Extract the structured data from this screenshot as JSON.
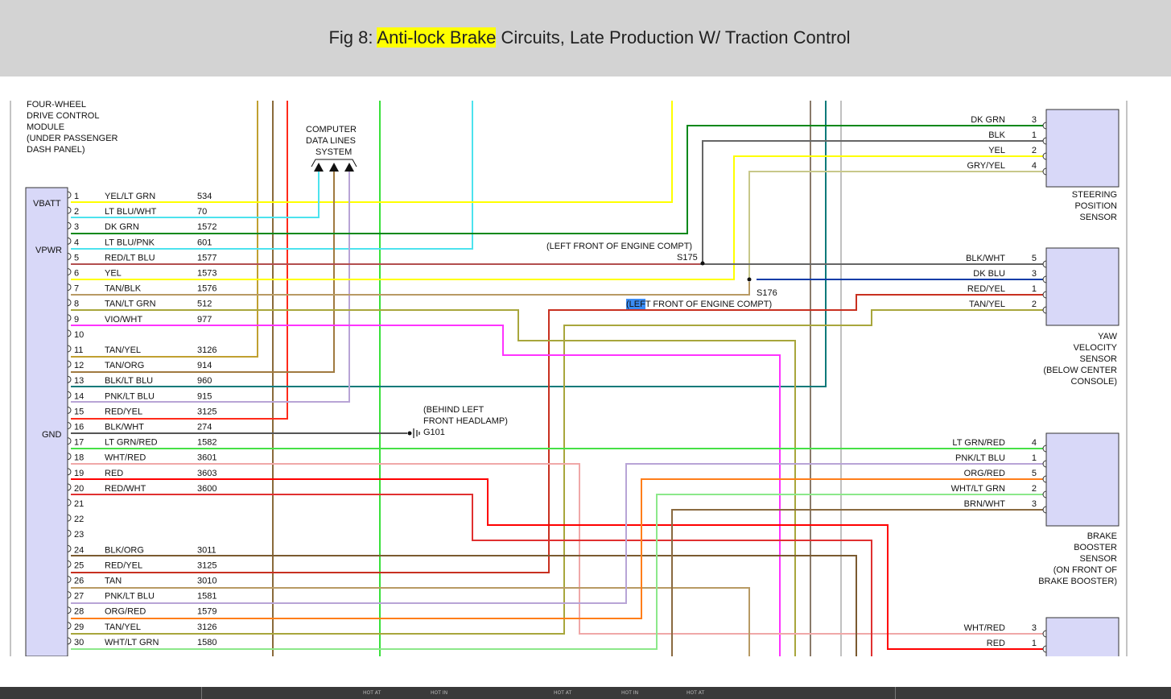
{
  "title": {
    "prefix": "Fig 8: ",
    "highlight": "Anti-lock Brake",
    "suffix": " Circuits, Late Production W/ Traction Control",
    "highlight_color": "#ffff00"
  },
  "module": {
    "label_lines": [
      "FOUR-WHEEL",
      "DRIVE CONTROL",
      "MODULE",
      "(UNDER PASSENGER",
      "DASH PANEL)"
    ],
    "pin_groups": [
      "VBATT",
      "VPWR",
      "GND"
    ],
    "fill": "#d8d8f8"
  },
  "computer_data_lines": [
    "COMPUTER",
    "DATA LINES",
    "SYSTEM"
  ],
  "module_pins": [
    {
      "pin": "1",
      "color": "YEL/LT GRN",
      "circuit": "534"
    },
    {
      "pin": "2",
      "color": "LT BLU/WHT",
      "circuit": "70"
    },
    {
      "pin": "3",
      "color": "DK GRN",
      "circuit": "1572"
    },
    {
      "pin": "4",
      "color": "LT BLU/PNK",
      "circuit": "601"
    },
    {
      "pin": "5",
      "color": "RED/LT BLU",
      "circuit": "1577"
    },
    {
      "pin": "6",
      "color": "YEL",
      "circuit": "1573"
    },
    {
      "pin": "7",
      "color": "TAN/BLK",
      "circuit": "1576"
    },
    {
      "pin": "8",
      "color": "TAN/LT GRN",
      "circuit": "512"
    },
    {
      "pin": "9",
      "color": "VIO/WHT",
      "circuit": "977"
    },
    {
      "pin": "10",
      "color": "",
      "circuit": ""
    },
    {
      "pin": "11",
      "color": "TAN/YEL",
      "circuit": "3126"
    },
    {
      "pin": "12",
      "color": "TAN/ORG",
      "circuit": "914"
    },
    {
      "pin": "13",
      "color": "BLK/LT BLU",
      "circuit": "960"
    },
    {
      "pin": "14",
      "color": "PNK/LT BLU",
      "circuit": "915"
    },
    {
      "pin": "15",
      "color": "RED/YEL",
      "circuit": "3125"
    },
    {
      "pin": "16",
      "color": "BLK/WHT",
      "circuit": "274"
    },
    {
      "pin": "17",
      "color": "LT GRN/RED",
      "circuit": "1582"
    },
    {
      "pin": "18",
      "color": "WHT/RED",
      "circuit": "3601"
    },
    {
      "pin": "19",
      "color": "RED",
      "circuit": "3603"
    },
    {
      "pin": "20",
      "color": "RED/WHT",
      "circuit": "3600"
    },
    {
      "pin": "21",
      "color": "",
      "circuit": ""
    },
    {
      "pin": "22",
      "color": "",
      "circuit": ""
    },
    {
      "pin": "23",
      "color": "",
      "circuit": ""
    },
    {
      "pin": "24",
      "color": "BLK/ORG",
      "circuit": "3011"
    },
    {
      "pin": "25",
      "color": "RED/YEL",
      "circuit": "3125"
    },
    {
      "pin": "26",
      "color": "TAN",
      "circuit": "3010"
    },
    {
      "pin": "27",
      "color": "PNK/LT BLU",
      "circuit": "1581"
    },
    {
      "pin": "28",
      "color": "ORG/RED",
      "circuit": "1579"
    },
    {
      "pin": "29",
      "color": "TAN/YEL",
      "circuit": "3126"
    },
    {
      "pin": "30",
      "color": "WHT/LT GRN",
      "circuit": "1580"
    }
  ],
  "splices": {
    "s175_location": "(LEFT FRONT OF ENGINE COMPT)",
    "s175": "S175",
    "s176": "S176",
    "s176_location_selected": "LEF",
    "s176_location_rest": "T FRONT OF ENGINE COMPT)",
    "s176_location_open": "("
  },
  "ground": {
    "location_lines": [
      "(BEHIND LEFT",
      "FRONT HEADLAMP)"
    ],
    "name": "G101"
  },
  "components": [
    {
      "name_lines": [
        "STEERING",
        "POSITION",
        "SENSOR"
      ],
      "wires": [
        {
          "label": "DK GRN",
          "pin": "3"
        },
        {
          "label": "BLK",
          "pin": "1"
        },
        {
          "label": "YEL",
          "pin": "2"
        },
        {
          "label": "GRY/YEL",
          "pin": "4"
        }
      ]
    },
    {
      "name_lines": [
        "YAW",
        "VELOCITY",
        "SENSOR",
        "(BELOW CENTER",
        "CONSOLE)"
      ],
      "wires": [
        {
          "label": "BLK/WHT",
          "pin": "5"
        },
        {
          "label": "DK BLU",
          "pin": "3"
        },
        {
          "label": "RED/YEL",
          "pin": "1"
        },
        {
          "label": "TAN/YEL",
          "pin": "2"
        }
      ]
    },
    {
      "name_lines": [
        "BRAKE",
        "BOOSTER",
        "SENSOR",
        "(ON FRONT OF",
        "BRAKE BOOSTER)"
      ],
      "wires": [
        {
          "label": "LT GRN/RED",
          "pin": "4"
        },
        {
          "label": "PNK/LT BLU",
          "pin": "1"
        },
        {
          "label": "ORG/RED",
          "pin": "5"
        },
        {
          "label": "WHT/LT GRN",
          "pin": "2"
        },
        {
          "label": "BRN/WHT",
          "pin": "3"
        }
      ]
    },
    {
      "name_lines": [],
      "wires": [
        {
          "label": "WHT/RED",
          "pin": "3"
        },
        {
          "label": "RED",
          "pin": "1"
        }
      ]
    }
  ],
  "bottom_bar": {
    "labels": [
      "HOT AT",
      "HOT IN",
      "HOT AT",
      "HOT IN",
      "HOT AT"
    ]
  }
}
